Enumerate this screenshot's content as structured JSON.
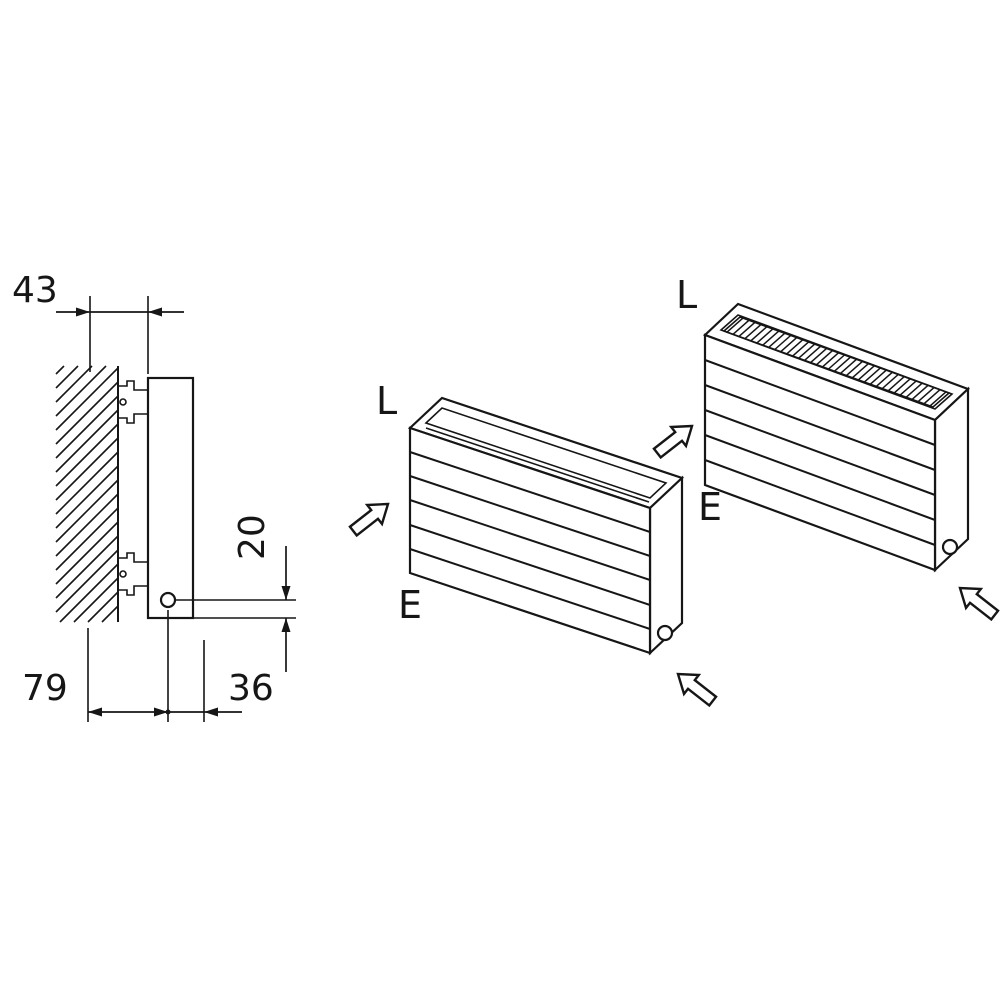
{
  "side_view": {
    "dim_wall_clearance": "43",
    "dim_pipe_offset": "20",
    "dim_wall_to_pipe": "79",
    "dim_pipe_to_front": "36"
  },
  "radiator_a": {
    "label_top": "L",
    "label_bottom": "E"
  },
  "radiator_b": {
    "label_top": "L",
    "label_bottom": "E"
  },
  "colors": {
    "line": "#161616",
    "background": "#ffffff"
  }
}
